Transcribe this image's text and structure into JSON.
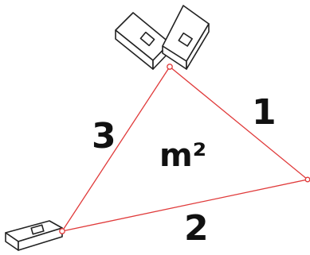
{
  "diagram": {
    "edge_labels": {
      "right": "1",
      "bottom": "2",
      "left": "3"
    },
    "area_label": "m²",
    "colors": {
      "laser": "#e03a3a",
      "device_stroke": "#222222",
      "device_fill": "#ffffff",
      "text": "#111111"
    }
  }
}
